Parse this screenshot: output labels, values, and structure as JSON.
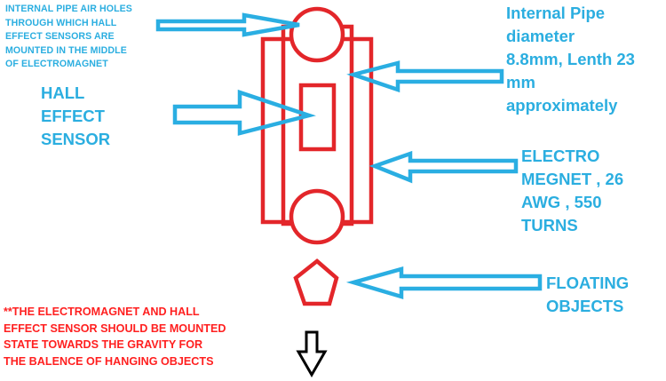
{
  "colors": {
    "label_blue": "#2baee0",
    "note_red": "#ff2020",
    "shape_red": "#e3262a",
    "arrow_blue": "#2aaee2",
    "gravity_arrow": "#000000",
    "background": "#ffffff"
  },
  "labels": {
    "air_holes": [
      "INTERNAL PIPE AIR HOLES",
      "THROUGH WHICH HALL",
      "EFFECT SENSORS ARE",
      "MOUNTED IN THE MIDDLE",
      "OF ELECTROMAGNET"
    ],
    "internal_pipe": [
      "Internal Pipe",
      "diameter",
      "8.8mm, Lenth 23",
      "mm",
      "approximately"
    ],
    "hall_sensor": [
      "HALL",
      "EFFECT",
      "SENSOR"
    ],
    "electromagnet": [
      "ELECTRO",
      "MEGNET , 26",
      "AWG , 550",
      "TURNS"
    ],
    "floating_objects": [
      "FLOATING",
      "OBJECTS"
    ]
  },
  "note": [
    "**THE ELECTROMAGNET AND HALL",
    "EFFECT SENSOR SHOULD BE MOUNTED",
    "STATE TOWARDS THE GRAVITY FOR",
    "THE BALENCE OF HANGING OBJECTS"
  ]
}
